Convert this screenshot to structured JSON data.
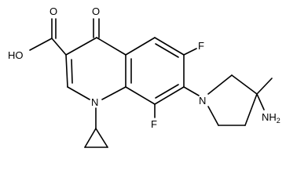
{
  "molecule": {
    "atoms": {
      "hydroxyl": "HO",
      "carbonyl_o": "O",
      "acid_o": "O",
      "f6": "F",
      "f8": "F",
      "n1": "N",
      "n_pyrrolidine": "N",
      "amine_base": "NH",
      "amine_sub": "2"
    }
  }
}
